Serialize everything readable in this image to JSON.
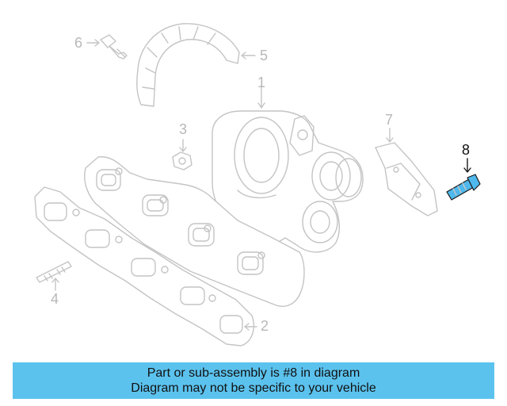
{
  "callouts": {
    "c1": "1",
    "c2": "2",
    "c3": "3",
    "c4": "4",
    "c5": "5",
    "c6": "6",
    "c7": "7",
    "c8": "8"
  },
  "highlight_part": "8",
  "colors": {
    "outline": "#c4c4c4",
    "highlight_fill": "#4fb8ec",
    "banner": "#5bc2ee",
    "callout_active": "#111111",
    "callout_inactive": "#b8b8b8"
  },
  "banner": {
    "line1": "Part or sub-assembly is #8 in diagram",
    "line2": "Diagram may not be specific to your vehicle"
  }
}
